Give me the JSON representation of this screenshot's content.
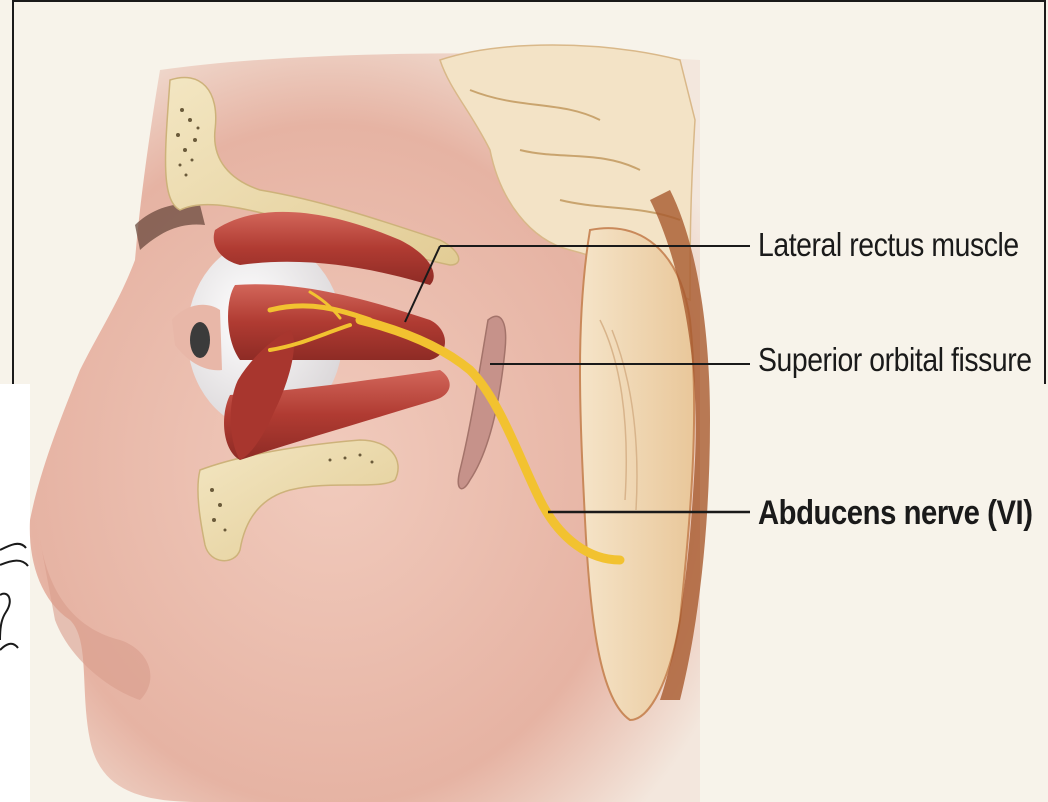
{
  "labels": {
    "lateral_rectus": "Lateral rectus muscle",
    "superior_orbital_fissure": "Superior orbital fissure",
    "abducens_nerve": "Abducens nerve (VI)"
  },
  "colors": {
    "background": "#f7f3ea",
    "skin": "#efc3b3",
    "skin_shadow": "#d99c8c",
    "bone": "#ecdcb0",
    "muscle": "#b8443a",
    "muscle_light": "#d2665a",
    "nerve": "#f2c230",
    "eyeball": "#f4f2f2",
    "brain": "#f0d9b8",
    "brain_dark": "#c9895a",
    "text": "#1a1a1a"
  }
}
